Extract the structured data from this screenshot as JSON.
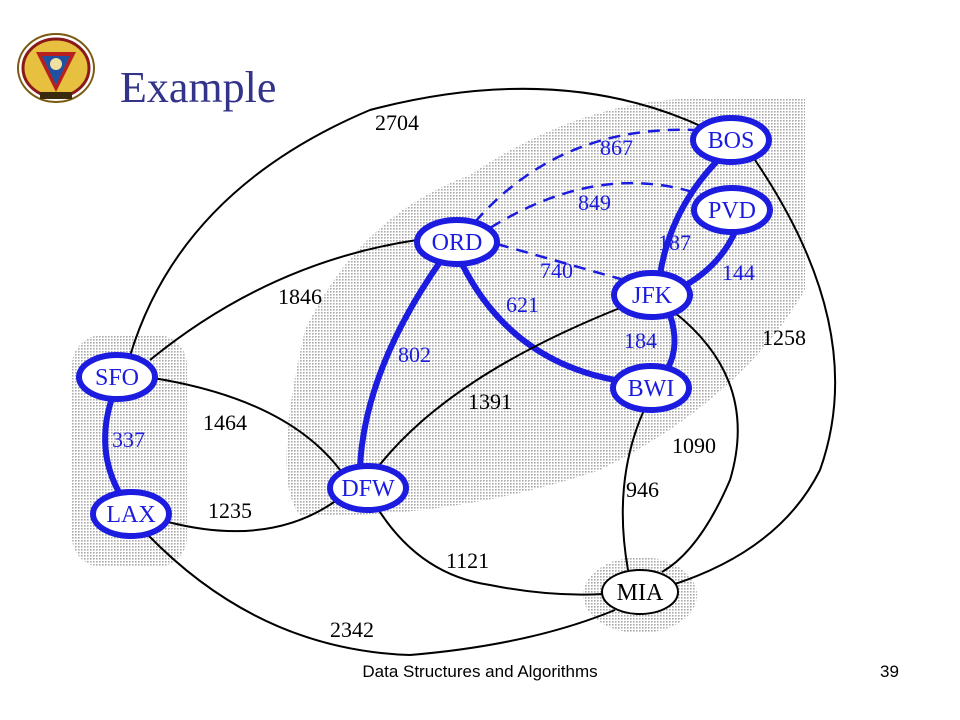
{
  "slide": {
    "title": "Example",
    "footer": "Data Structures and Algorithms",
    "page_number": "39"
  },
  "colors": {
    "tree": "#1c1ce0",
    "black": "#000000",
    "title": "#33338a",
    "region": "#bdbdbd"
  },
  "logo": {
    "name": "institute-emblem"
  },
  "graph": {
    "nodes": [
      {
        "id": "BOS",
        "label": "BOS",
        "in_tree": true
      },
      {
        "id": "PVD",
        "label": "PVD",
        "in_tree": true
      },
      {
        "id": "ORD",
        "label": "ORD",
        "in_tree": true
      },
      {
        "id": "JFK",
        "label": "JFK",
        "in_tree": true
      },
      {
        "id": "BWI",
        "label": "BWI",
        "in_tree": true
      },
      {
        "id": "SFO",
        "label": "SFO",
        "in_tree": true
      },
      {
        "id": "LAX",
        "label": "LAX",
        "in_tree": true
      },
      {
        "id": "DFW",
        "label": "DFW",
        "in_tree": true
      },
      {
        "id": "MIA",
        "label": "MIA",
        "in_tree": false
      }
    ],
    "edges": [
      {
        "from": "SFO",
        "to": "BOS",
        "weight": "2704",
        "style": "normal"
      },
      {
        "from": "ORD",
        "to": "BOS",
        "weight": "867",
        "style": "dashed"
      },
      {
        "from": "ORD",
        "to": "PVD",
        "weight": "849",
        "style": "dashed"
      },
      {
        "from": "ORD",
        "to": "JFK",
        "weight": "740",
        "style": "dashed"
      },
      {
        "from": "BOS",
        "to": "JFK",
        "weight": "187",
        "style": "tree"
      },
      {
        "from": "PVD",
        "to": "JFK",
        "weight": "144",
        "style": "tree"
      },
      {
        "from": "ORD",
        "to": "BWI",
        "weight": "621",
        "style": "tree"
      },
      {
        "from": "JFK",
        "to": "BWI",
        "weight": "184",
        "style": "tree"
      },
      {
        "from": "SFO",
        "to": "ORD",
        "weight": "1846",
        "style": "normal"
      },
      {
        "from": "ORD",
        "to": "DFW",
        "weight": "802",
        "style": "tree"
      },
      {
        "from": "BOS",
        "to": "MIA",
        "weight": "1258",
        "style": "normal"
      },
      {
        "from": "SFO",
        "to": "LAX",
        "weight": "337",
        "style": "tree"
      },
      {
        "from": "SFO",
        "to": "DFW",
        "weight": "1464",
        "style": "normal"
      },
      {
        "from": "DFW",
        "to": "JFK",
        "weight": "1391",
        "style": "normal"
      },
      {
        "from": "JFK",
        "to": "MIA",
        "weight": "1090",
        "style": "normal"
      },
      {
        "from": "BWI",
        "to": "MIA",
        "weight": "946",
        "style": "normal"
      },
      {
        "from": "LAX",
        "to": "DFW",
        "weight": "1235",
        "style": "normal"
      },
      {
        "from": "DFW",
        "to": "MIA",
        "weight": "1121",
        "style": "normal"
      },
      {
        "from": "LAX",
        "to": "MIA",
        "weight": "2342",
        "style": "normal"
      }
    ]
  }
}
